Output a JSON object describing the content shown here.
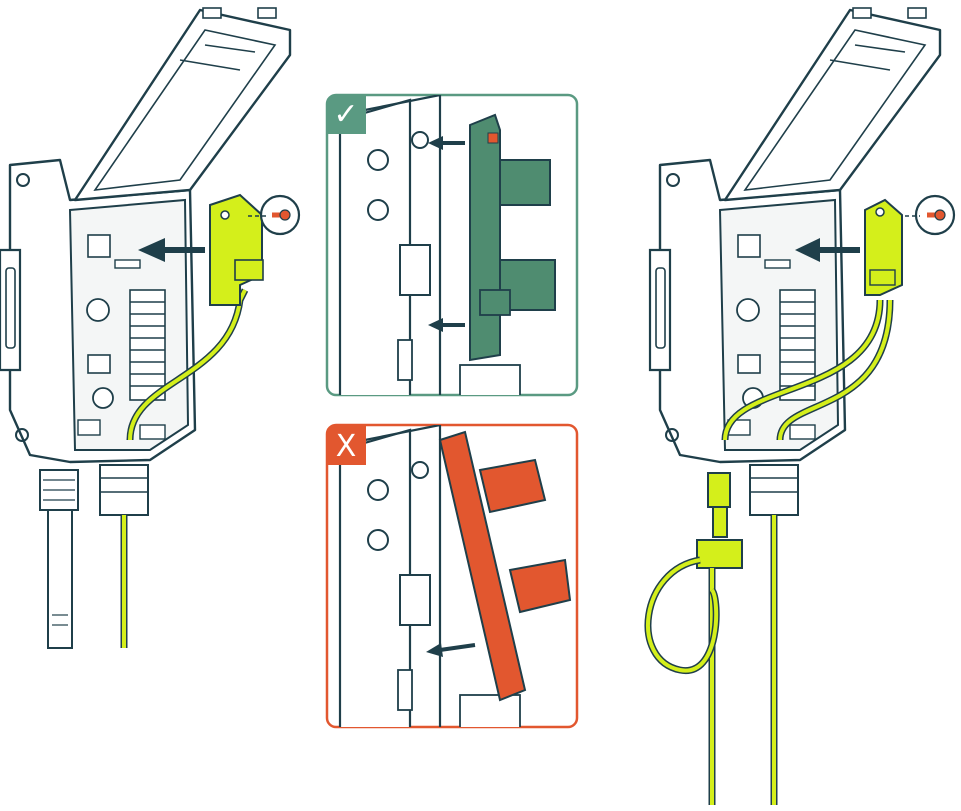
{
  "correct_panel": {
    "badge_symbol": "✓",
    "accent_color": "#5a9a82",
    "board_color": "#4f8c70"
  },
  "wrong_panel": {
    "badge_symbol": "X",
    "accent_color": "#e2572f",
    "board_color": "#e2572f"
  },
  "colors": {
    "outline": "#1f3f4a",
    "cable": "#d4ef1b",
    "arrow": "#1f3f4a",
    "housing": "#ffffff",
    "screw": "#e2572f"
  },
  "icons": [
    "sensor-housing",
    "hinged-lid",
    "cable-gland",
    "humidity-probe",
    "adapter-board",
    "screw",
    "insertion-arrow",
    "temperature-probe"
  ]
}
